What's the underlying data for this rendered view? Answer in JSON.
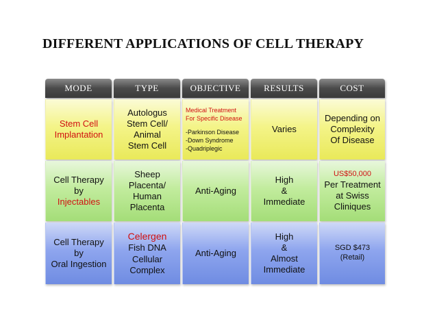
{
  "title": "DIFFERENT APPLICATIONS OF CELL THERAPY",
  "headers": [
    "MODE",
    "TYPE",
    "OBJECTIVE",
    "RESULTS",
    "COST"
  ],
  "rows": [
    {
      "mode": [
        "Stem Cell",
        "Implantation"
      ],
      "type": [
        "Autologus",
        "Stem Cell/",
        "Animal",
        "Stem Cell"
      ],
      "objective_title": [
        "Medical Treatment",
        "For Specific Disease"
      ],
      "objective_items": [
        "-Parkinson Disease",
        "-Down Syndrome",
        "-Quadriplegic"
      ],
      "results": [
        "Varies"
      ],
      "cost": [
        "Depending on",
        "Complexity",
        "Of Disease"
      ]
    },
    {
      "mode": [
        "Cell Therapy",
        "by",
        "Injectables"
      ],
      "type": [
        "Sheep",
        "Placenta/",
        "Human",
        "Placenta"
      ],
      "objective": "Anti-Aging",
      "results": [
        "High",
        "&",
        "Immediate"
      ],
      "cost_highlight": "US$50,000",
      "cost": [
        "Per Treatment",
        "at Swiss",
        "Cliniques"
      ]
    },
    {
      "mode": [
        "Cell Therapy",
        "by",
        "Oral Ingestion"
      ],
      "type_highlight": "Celergen",
      "type": [
        "Fish DNA",
        "Cellular",
        "Complex"
      ],
      "objective": "Anti-Aging",
      "results": [
        "High",
        "&",
        "Almost",
        "Immediate"
      ],
      "cost": [
        "SGD $473",
        "(Retail)"
      ]
    }
  ],
  "colors": {
    "header": "#4a4a4a",
    "row1": "#f4f489",
    "row2": "#c2ec9e",
    "row3": "#8ea5ee",
    "highlight": "#d01010"
  }
}
